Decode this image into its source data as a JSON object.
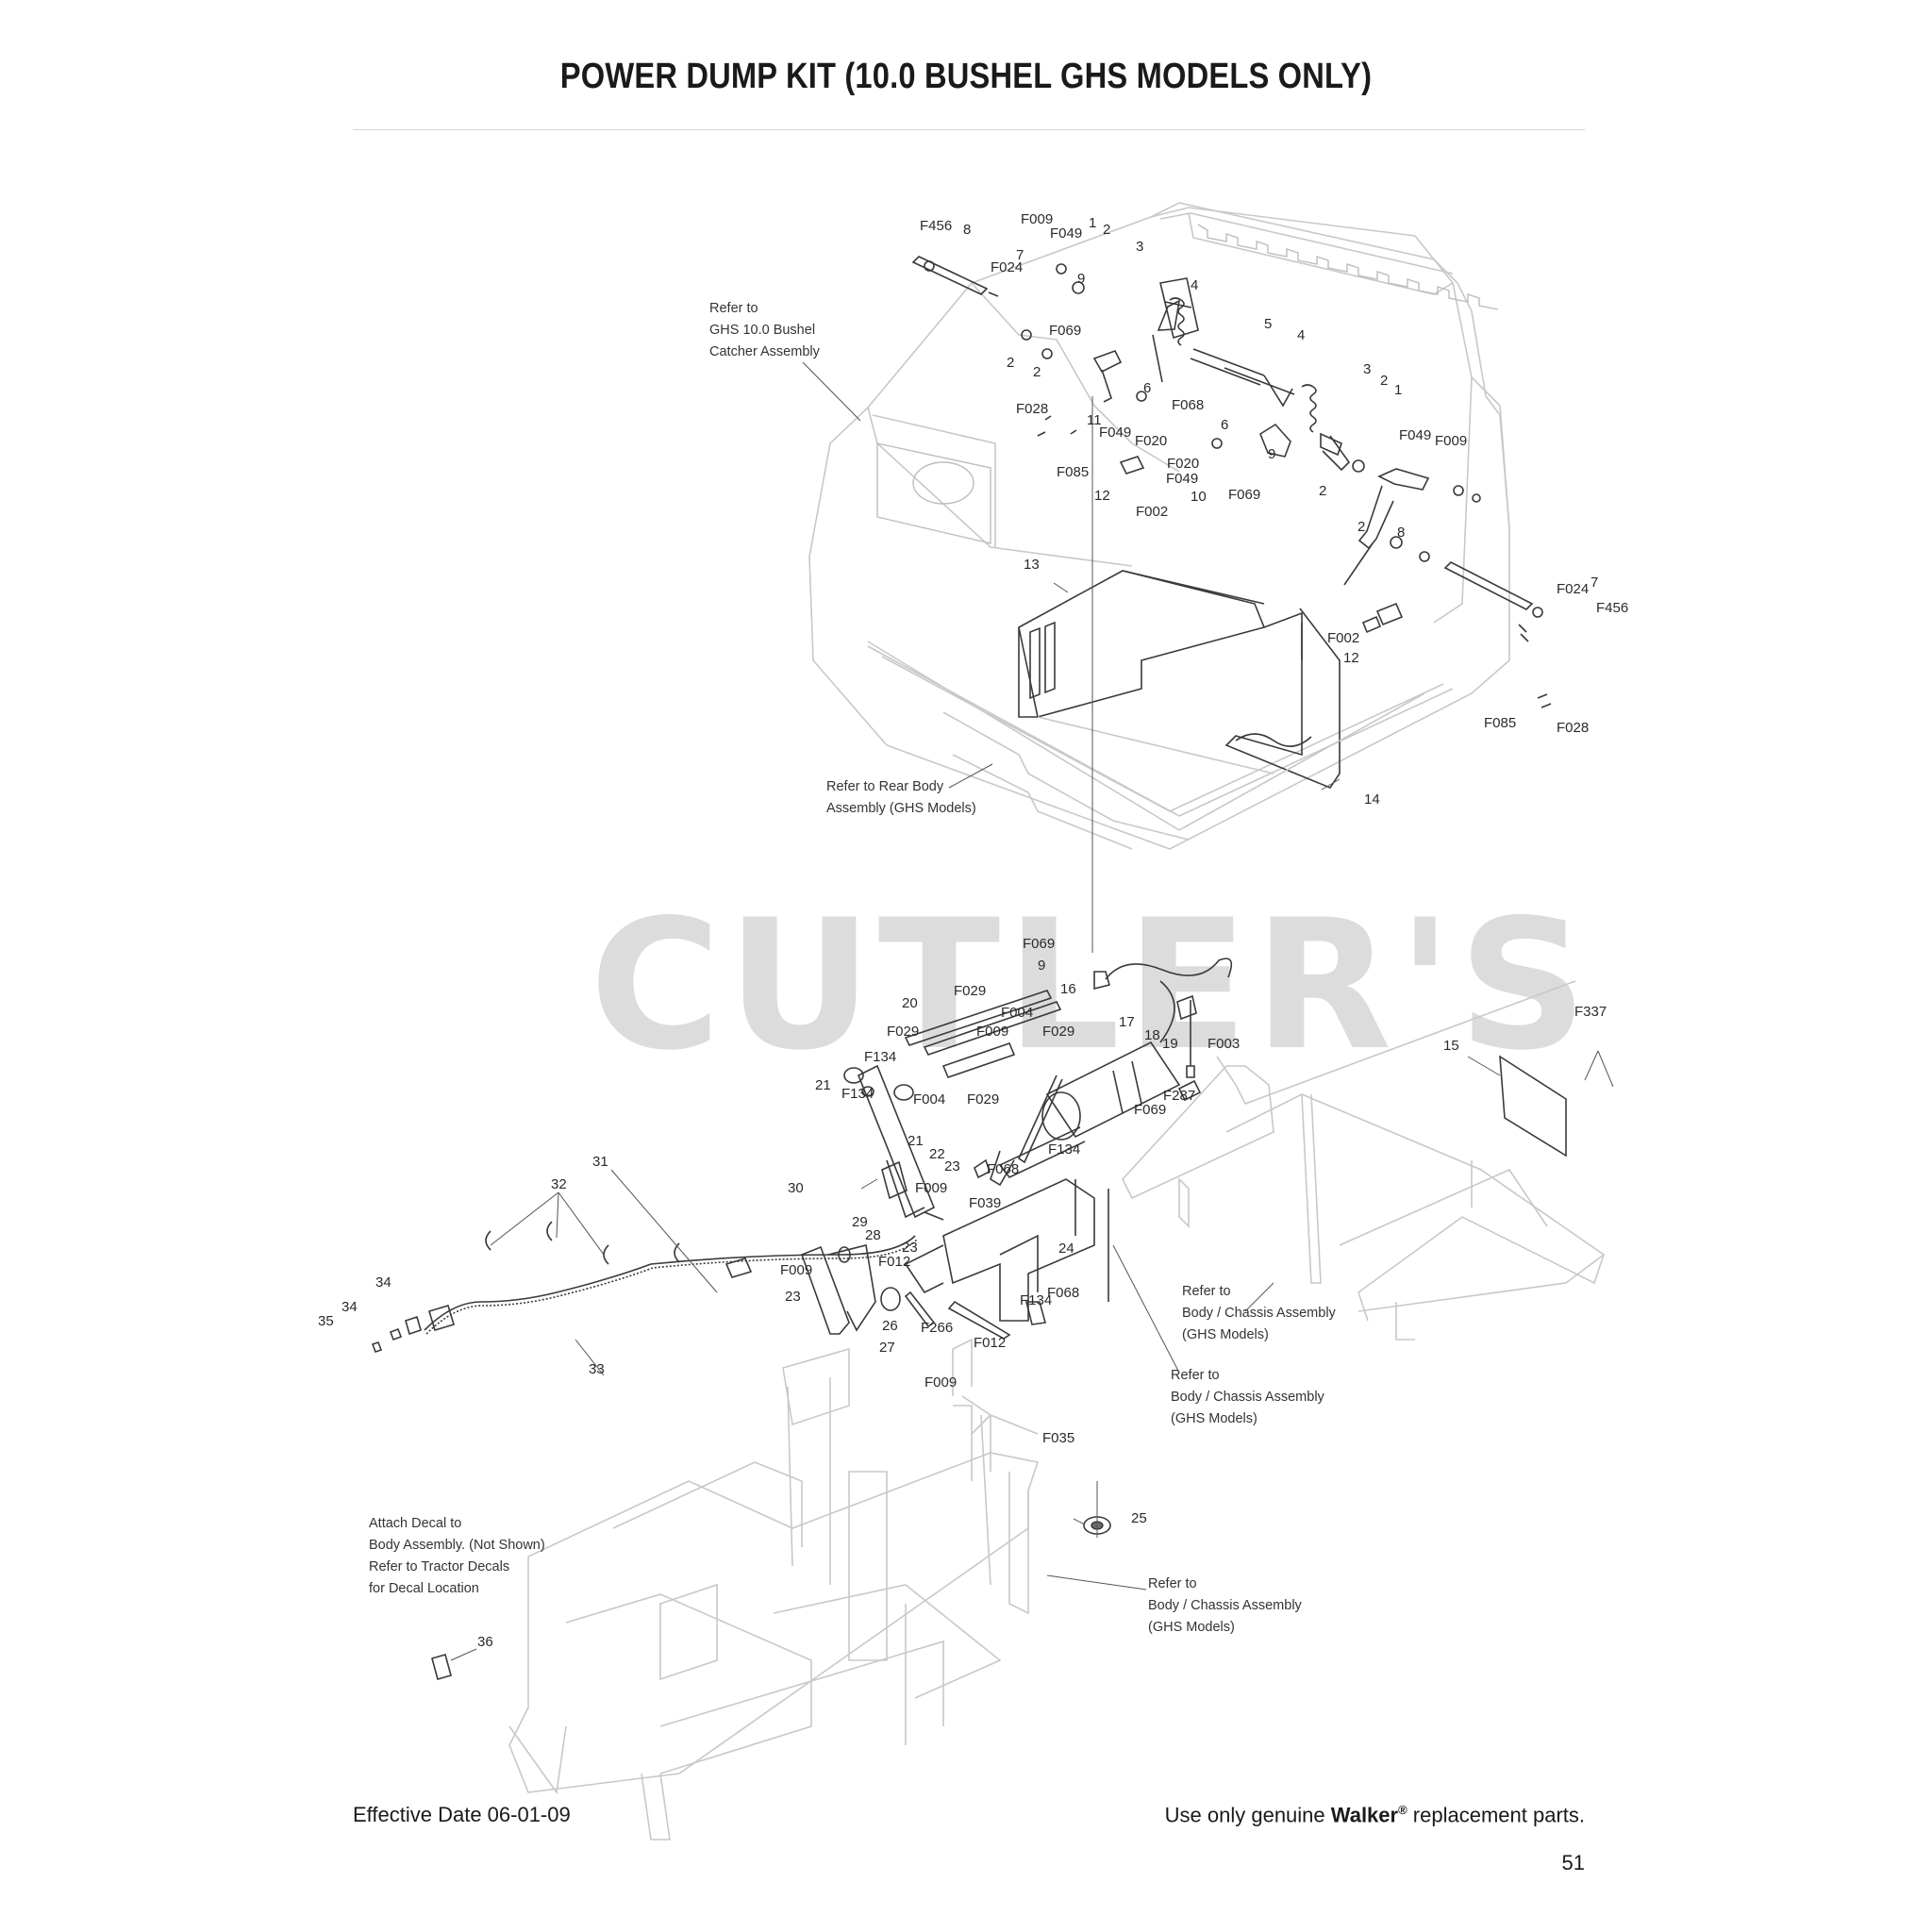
{
  "title": "POWER DUMP KIT (10.0 BUSHEL GHS MODELS ONLY)",
  "watermark": "CUTLER'S",
  "notes": {
    "catcher": [
      "Refer to",
      "GHS 10.0 Bushel",
      "Catcher Assembly"
    ],
    "rear_body": [
      "Refer to Rear Body",
      "Assembly (GHS Models)"
    ],
    "body_chassis_1": [
      "Refer to",
      "Body / Chassis Assembly",
      "(GHS Models)"
    ],
    "body_chassis_2": [
      "Refer to",
      "Body / Chassis Assembly",
      "(GHS Models)"
    ],
    "body_chassis_3": [
      "Refer to",
      "Body / Chassis Assembly",
      "(GHS Models)"
    ],
    "decal": [
      "Attach Decal to",
      "Body Assembly. (Not Shown)",
      "Refer to Tractor Decals",
      "for Decal Location"
    ]
  },
  "callouts": {
    "upper": [
      "F456",
      "8",
      "F009",
      "F049",
      "1",
      "2",
      "F024",
      "7",
      "3",
      "4",
      "9",
      "F069",
      "2",
      "2",
      "5",
      "4",
      "3",
      "2",
      "1",
      "6",
      "F028",
      "11",
      "F049",
      "F020",
      "F068",
      "6",
      "9",
      "F049",
      "F009",
      "F085",
      "12",
      "F002",
      "F020",
      "F049",
      "10",
      "F069",
      "2",
      "2",
      "8",
      "13",
      "F024",
      "7",
      "F456",
      "F002",
      "12",
      "F085",
      "F028",
      "14"
    ],
    "lower": [
      "F069",
      "9",
      "16",
      "20",
      "F029",
      "F004",
      "F029",
      "F009",
      "F029",
      "17",
      "18",
      "19",
      "F003",
      "F134",
      "21",
      "F134",
      "F004",
      "F029",
      "21",
      "F069",
      "F287",
      "15",
      "F337",
      "22",
      "23",
      "F068",
      "F134",
      "30",
      "F009",
      "F039",
      "31",
      "32",
      "29",
      "28",
      "23",
      "F009",
      "F012",
      "24",
      "23",
      "F134",
      "F068",
      "34",
      "34",
      "35",
      "26",
      "F266",
      "F012",
      "27",
      "33",
      "F009",
      "F035",
      "25",
      "36"
    ]
  },
  "footer": {
    "effective": "Effective Date 06-01-09",
    "genuine_pre": "Use only genuine ",
    "brand": "Walker",
    "reg": "®",
    "genuine_post": " replacement parts.",
    "page": "51"
  }
}
